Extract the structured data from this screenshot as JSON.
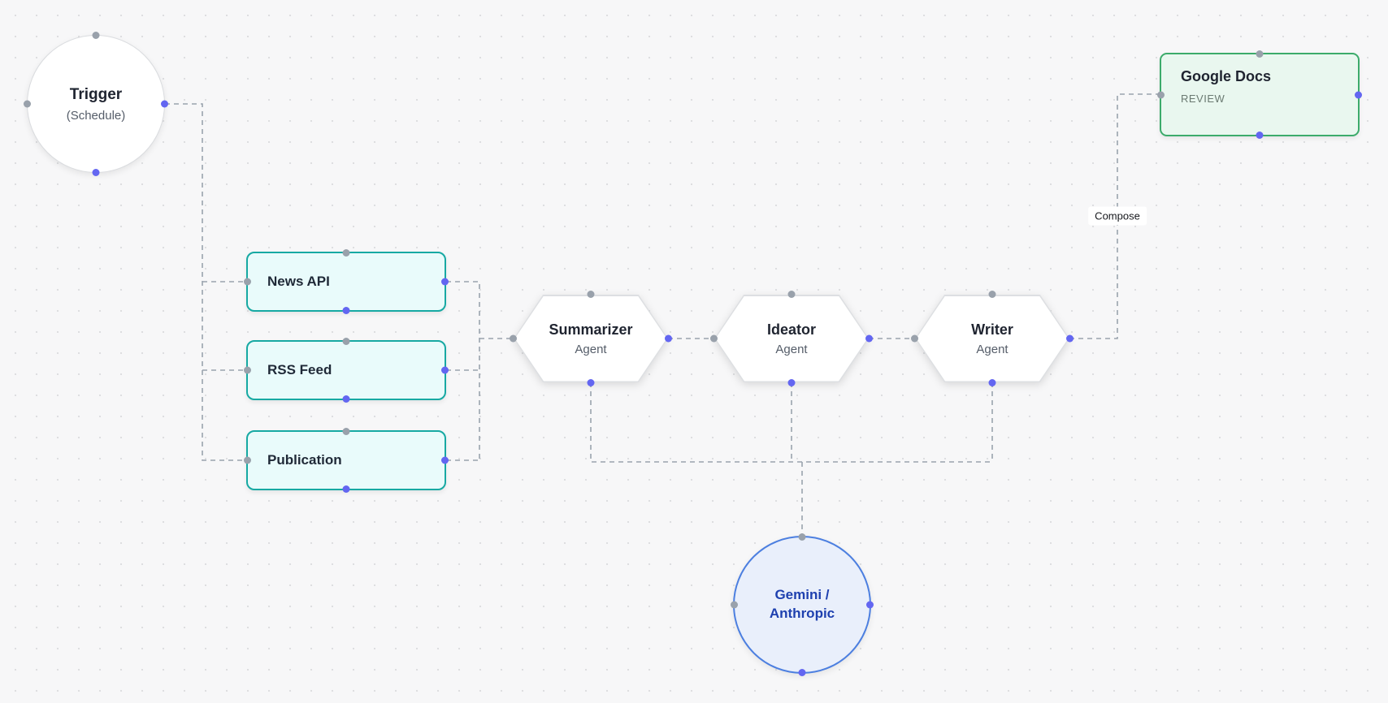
{
  "nodes": {
    "trigger": {
      "title": "Trigger",
      "subtitle": "(Schedule)"
    },
    "sources": [
      {
        "id": "news-api",
        "label": "News API"
      },
      {
        "id": "rss-feed",
        "label": "RSS Feed"
      },
      {
        "id": "publication",
        "label": "Publication"
      }
    ],
    "agents": [
      {
        "id": "summarizer",
        "title": "Summarizer",
        "subtitle": "Agent"
      },
      {
        "id": "ideator",
        "title": "Ideator",
        "subtitle": "Agent"
      },
      {
        "id": "writer",
        "title": "Writer",
        "subtitle": "Agent"
      }
    ],
    "google_docs": {
      "title": "Google Docs",
      "subtitle": "REVIEW"
    },
    "llm": {
      "title": "Gemini / Anthropic"
    }
  },
  "edges": {
    "compose_label": "Compose"
  },
  "colors": {
    "edge": "#9aa3ae",
    "handle_output": "#6366f1",
    "handle_input": "#99a1ab",
    "source_border": "#17a9a3",
    "source_fill": "#e9fbfb",
    "google_docs_border": "#3cab6b",
    "google_docs_fill": "#e9f7ef",
    "llm_border": "#4c7fe0",
    "llm_fill": "#e9effb",
    "llm_text": "#1e40af"
  }
}
